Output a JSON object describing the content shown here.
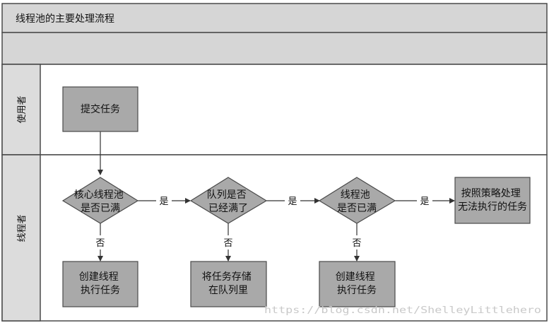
{
  "title": "线程池的主要处理流程",
  "lanes": {
    "user": "使用者",
    "pool": "线程者"
  },
  "nodes": {
    "submit": [
      "提交任务"
    ],
    "core_full": [
      "核心线程池",
      "是否已满"
    ],
    "queue_full": [
      "队列是否",
      "已经满了"
    ],
    "pool_full": [
      "线程池",
      "是否已满"
    ],
    "policy": [
      "按照策略处理",
      "无法执行的任务"
    ],
    "create1": [
      "创建线程",
      "执行任务"
    ],
    "store": [
      "将任务存储",
      "在队列里"
    ],
    "create2": [
      "创建线程",
      "执行任务"
    ]
  },
  "edge_labels": {
    "yes": "是",
    "no": "否"
  },
  "watermark": "https://blog.csdn.net/ShelleyLittlehero",
  "colors": {
    "header_bg": "#d6d6d6",
    "lane_bg": "#dcdcdc",
    "box_fill": "#a9a9a9",
    "border": "#4a4a4a",
    "line": "#333333"
  }
}
